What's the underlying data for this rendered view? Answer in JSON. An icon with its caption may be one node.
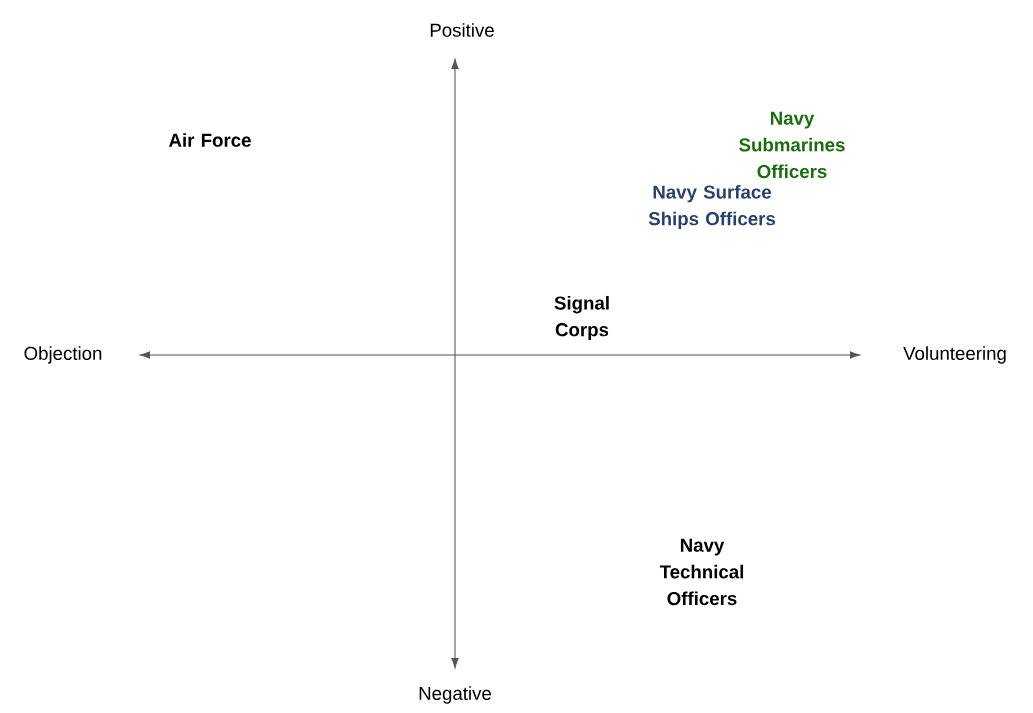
{
  "diagram": {
    "labels": [
      "Positive",
      "Air Force",
      "Navy Submarines Officers",
      "Navy Surface Ships Officers",
      "Signal Corps",
      "Objection",
      "Volunteering",
      "Navy Technical Officers",
      "Negative"
    ]
  }
}
